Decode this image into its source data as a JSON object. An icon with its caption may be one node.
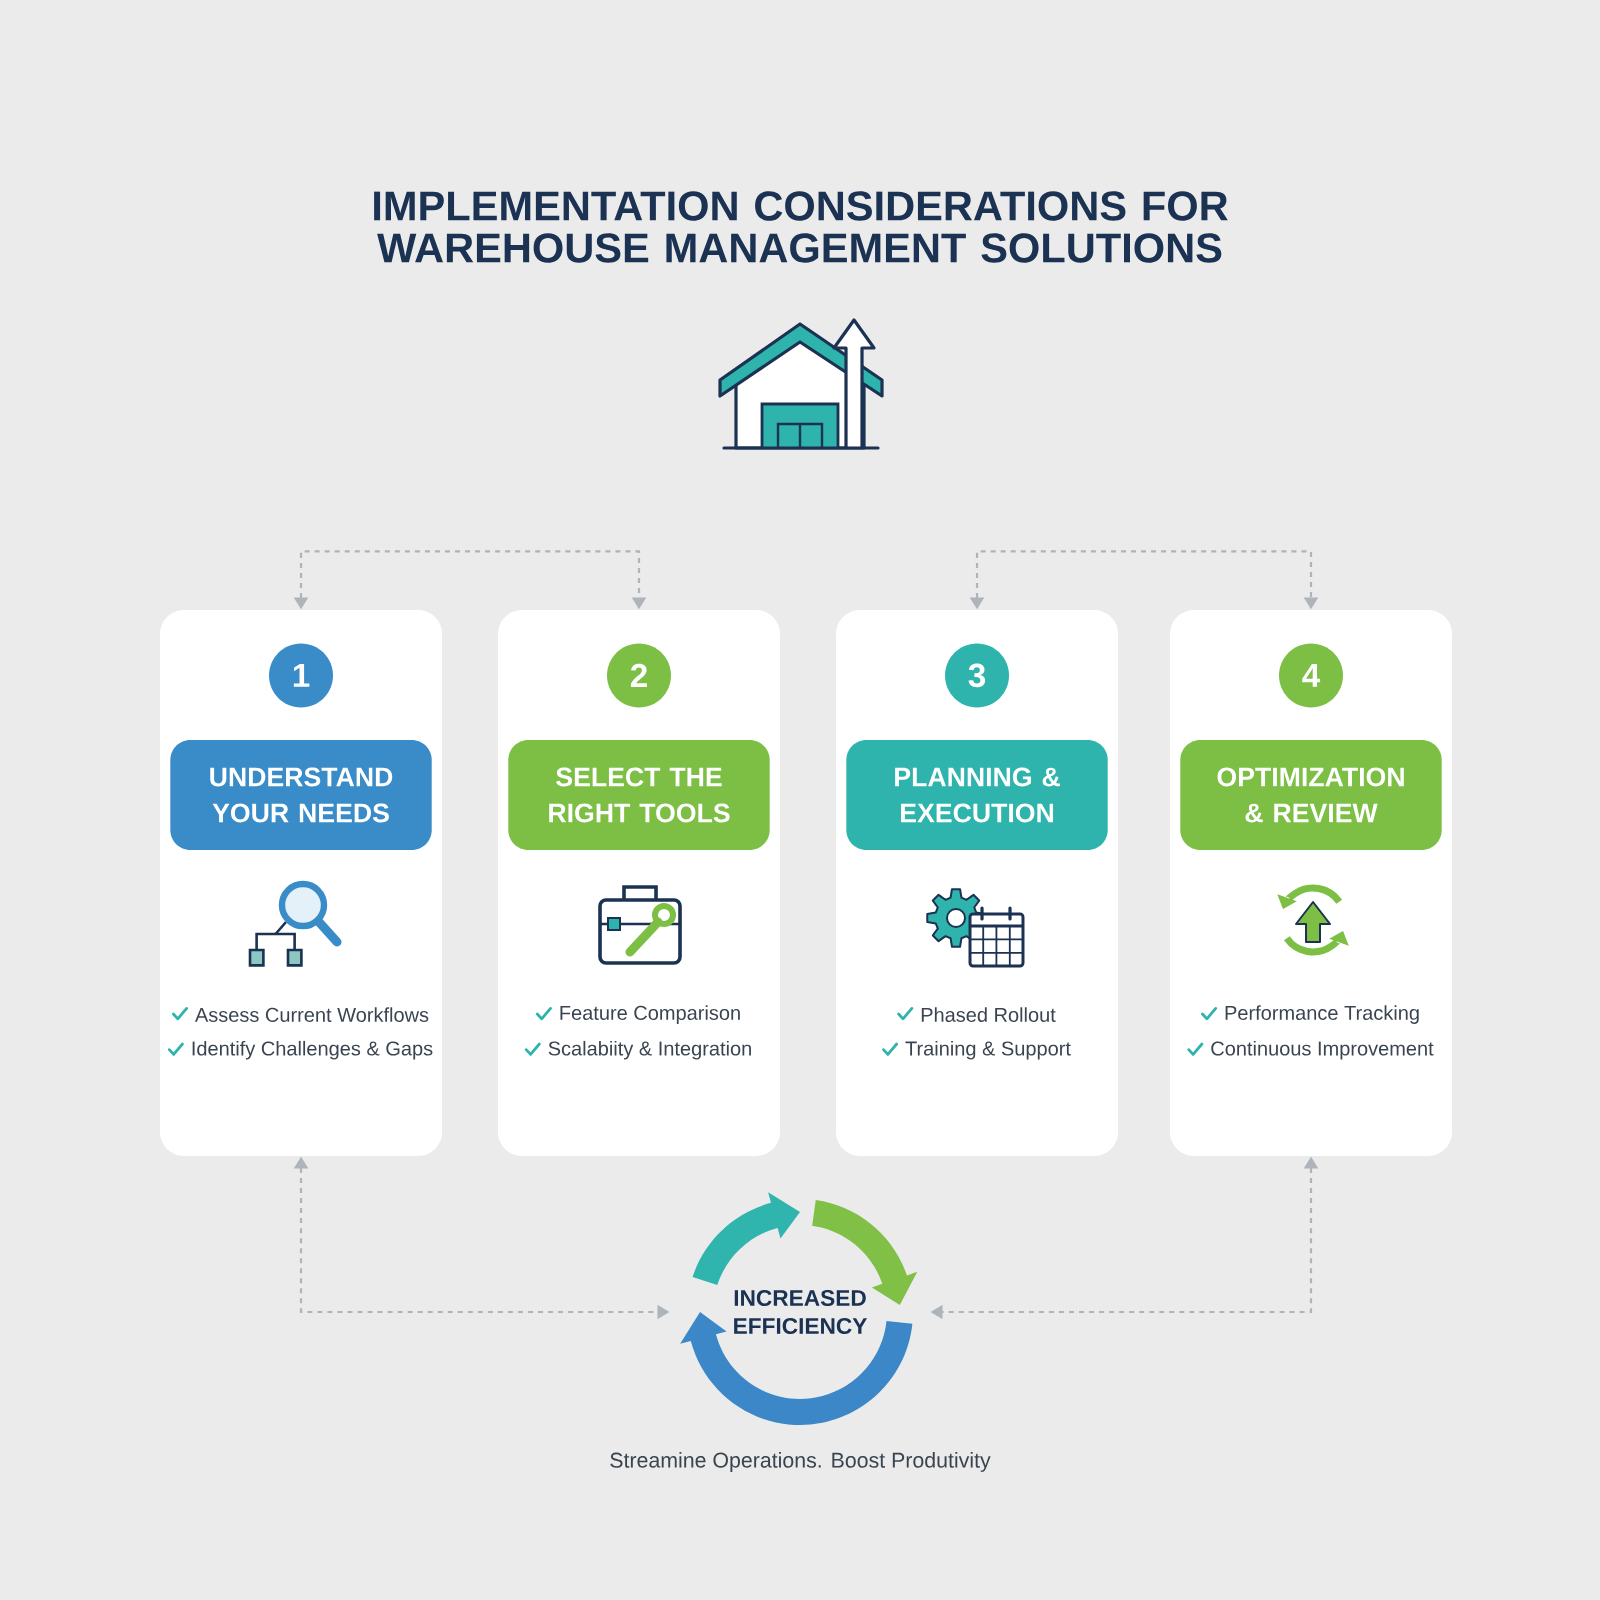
{
  "diagram": {
    "title": "IMPLEMENTATION CONSIDERATIONS FOR WAREHOUSE MANAGEMENT SOLUTIONS",
    "nodes": [
      {
        "text": [
          "Assess Current Workflows",
          "Identify Challenges & Gaps"
        ]
      },
      {
        "text": [
          "1"
        ],
        "in": 0
      },
      {
        "text": [
          "UNDERSTAND YOUR NEEDS"
        ],
        "in": 0
      },
      {
        "text": [
          "Feature Comparison",
          "Scalabiity & Integration"
        ]
      },
      {
        "text": [
          "2"
        ],
        "in": 3
      },
      {
        "text": [
          "SELECT THE RIGHT TOOLS"
        ],
        "in": 3
      },
      {
        "text": [
          "Phased Rollout",
          "Training & Support"
        ]
      },
      {
        "text": [
          "3"
        ],
        "in": 6
      },
      {
        "text": [
          "PLANNING & EXECUTION"
        ],
        "in": 6
      },
      {
        "text": [
          "Performance Tracking",
          "Continuous Improvement"
        ]
      },
      {
        "text": [
          "4"
        ],
        "in": 9
      },
      {
        "text": [
          "OPTIMIZATION & REVIEW"
        ],
        "in": 9
      },
      {
        "text": [
          "INCREASED EFFICIENCY"
        ],
        "beside": [
          "Streamine Operations. Boost Produtivity"
        ]
      }
    ],
    "edges": [
      {
        "from": 0,
        "to": 3,
        "arrow": "both",
        "style": "dashed"
      },
      {
        "from": 6,
        "to": 9,
        "arrow": "both",
        "style": "dashed"
      },
      {
        "from": 0,
        "to": 12,
        "arrow": "both",
        "style": "dashed"
      },
      {
        "from": 9,
        "to": 12,
        "arrow": "both",
        "style": "dashed"
      }
    ]
  }
}
